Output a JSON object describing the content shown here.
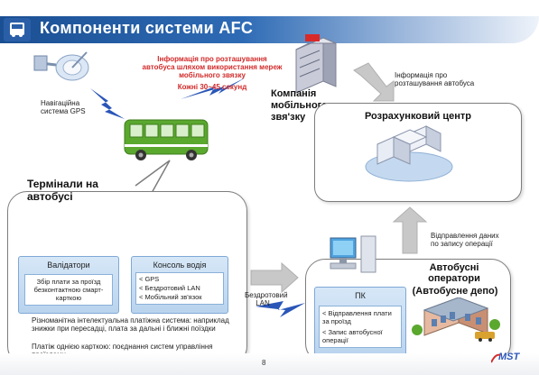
{
  "header": {
    "title": "Компоненти системи AFC"
  },
  "gps": {
    "label": "Навігаційна система GPS"
  },
  "red_note": {
    "line1": "Інформація про розташування",
    "line2": "автобуса шляхом використання мереж",
    "line3": "мобільного звязку",
    "interval": "Кожні 30~45 секунд"
  },
  "mobile_company": {
    "label": "Компанія мобільного звя'зку"
  },
  "top_right_info": {
    "text": "Інформація про розташування автобуса"
  },
  "settlement_center": {
    "title": "Розрахунковий центр"
  },
  "terminals": {
    "title": "Термінали на автобусі",
    "validators": {
      "title": "Валідатори",
      "desc": "Збір плати за проїзд безконтактною смарт-карткою"
    },
    "driver_console": {
      "title": "Консоль водія",
      "items": [
        "< GPS",
        "< Бездротовий LAN",
        "< Мобільний зв'язок"
      ]
    },
    "note1": "Різноманітна інтелектуальна платіжна система: наприклад знижки при пересадці, плата за дальні і ближні поїздки",
    "note2": "Платіж однією карткою: поєднання систем управління проїздами"
  },
  "wireless_lan": {
    "label": "Бездротовий LAN"
  },
  "data_transfer": {
    "label": "Відправлення даних по запису операції"
  },
  "depot": {
    "pc_title": "ПК",
    "pc_items": [
      "< Відправлення плати за проїзд",
      "< Запис автобусної операції"
    ],
    "operators_title": "Автобусні оператори",
    "depot_sub": "(Автобусне депо)"
  },
  "footer": {
    "page_number": "8",
    "logo": "MST"
  },
  "colors": {
    "header_blue": "#1b4f93",
    "bus_green": "#5aa82e",
    "alert_red": "#d22a2a",
    "lightning": "#2a56b8",
    "arrow_gray": "#c8c8c8"
  }
}
